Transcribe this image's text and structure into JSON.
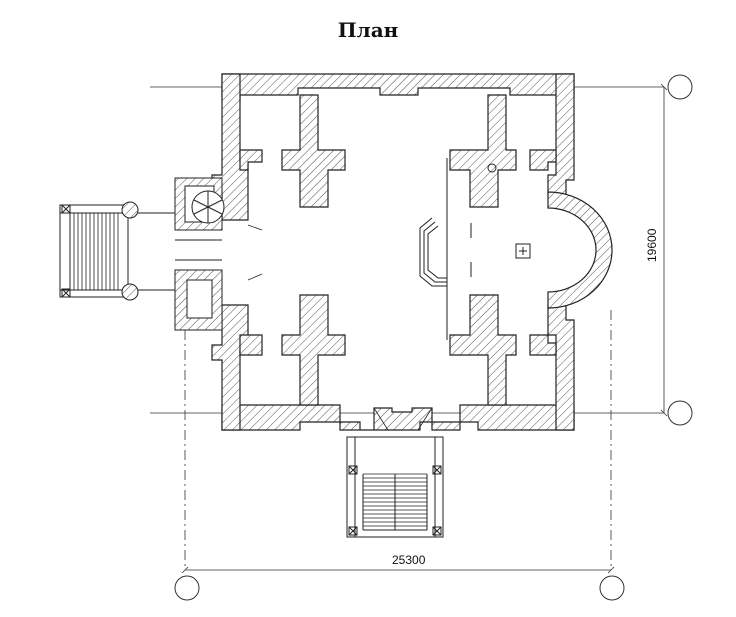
{
  "title": "План",
  "dimensions": {
    "width_label": "25300",
    "height_label": "19600"
  },
  "colors": {
    "line": "#222222",
    "hatch": "#555555",
    "background": "#ffffff"
  }
}
